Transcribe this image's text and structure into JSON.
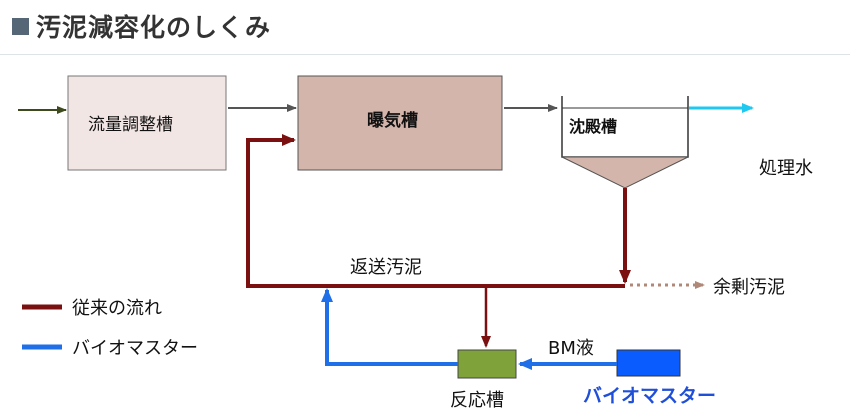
{
  "title": "汚泥減容化のしくみ",
  "boxes": {
    "flow_tank": "流量調整槽",
    "aeration_tank": "曝気槽",
    "settling_tank": "沈殿槽",
    "reaction_tank": "反応槽",
    "biomaster": "バイオマスター"
  },
  "labels": {
    "treated_water": "処理水",
    "return_sludge": "返送汚泥",
    "excess_sludge": "余剰汚泥",
    "bm_liquid": "BM液"
  },
  "legend": [
    {
      "label": "従来の流れ",
      "color": "#7b1010"
    },
    {
      "label": "バイオマスター",
      "color": "#1f6fe8"
    }
  ],
  "colors": {
    "conventional": "#7b1010",
    "biomaster": "#1f6fe8",
    "biomaster_text": "#1f4fd8",
    "treated_water_arrow": "#1ec8f0",
    "excess_dotted": "#b08878"
  }
}
